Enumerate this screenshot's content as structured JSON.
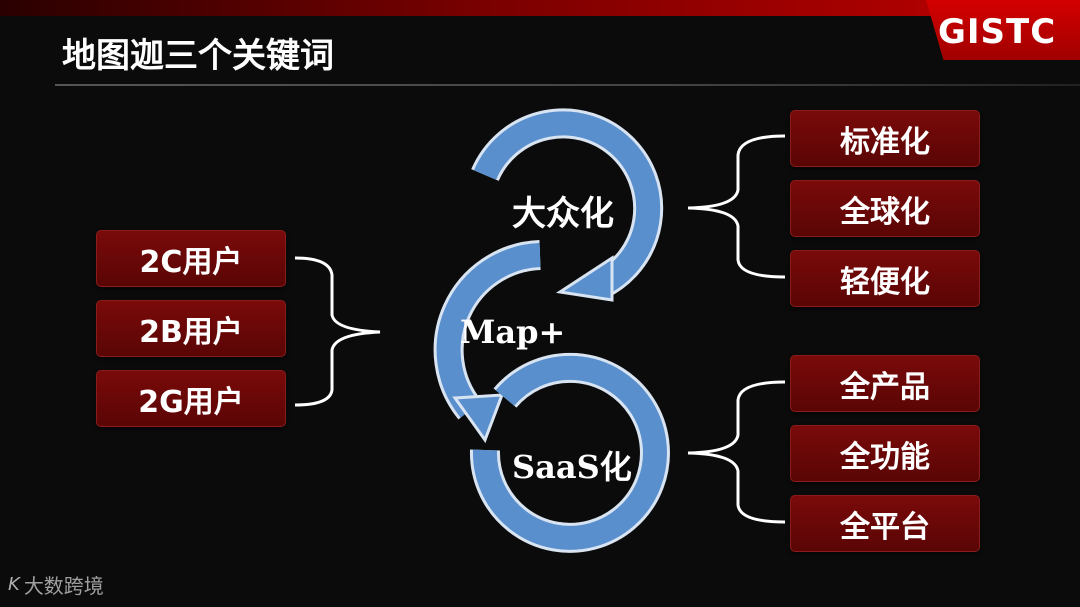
{
  "slide": {
    "title": "地图迦三个关键词",
    "logo": "GISTC"
  },
  "center": {
    "top_node": "大众化",
    "mid_node": "Map+",
    "bottom_node": "SaaS化"
  },
  "left_boxes": [
    {
      "label": "2C用户"
    },
    {
      "label": "2B用户"
    },
    {
      "label": "2G用户"
    }
  ],
  "right_top_boxes": [
    {
      "label": "标准化"
    },
    {
      "label": "全球化"
    },
    {
      "label": "轻便化"
    }
  ],
  "right_bottom_boxes": [
    {
      "label": "全产品"
    },
    {
      "label": "全功能"
    },
    {
      "label": "全平台"
    }
  ],
  "watermark": {
    "text": "大数跨境",
    "mark": "K"
  },
  "colors": {
    "arrow": "#5a8fcd",
    "arrow_border": "#d8e4f2",
    "box": "#6a0808",
    "bracket": "#ffffff"
  }
}
